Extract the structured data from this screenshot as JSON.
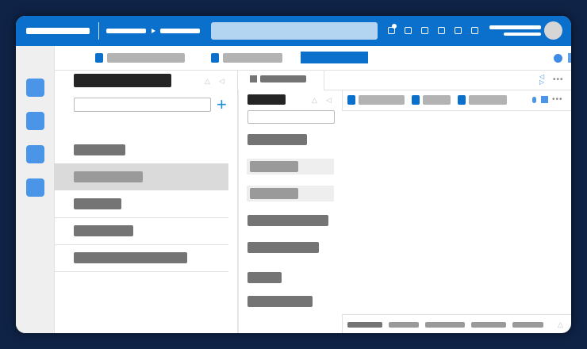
{
  "colors": {
    "accent": "#0b6fcc",
    "search_bg": "#b3d5f2",
    "rail_button": "#4a95e8",
    "selected_row": "#dadada"
  },
  "titlebar": {
    "app_title": "",
    "breadcrumb": [
      "",
      ""
    ],
    "breadcrumb_separator_icon": "play-right-icon",
    "search_placeholder": "",
    "toolbar_icons": [
      "notification-icon",
      "toolbar-icon-2",
      "toolbar-icon-3",
      "toolbar-icon-4",
      "toolbar-icon-5",
      "toolbar-icon-6"
    ],
    "user_name_lines": [
      "",
      ""
    ],
    "avatar": "user-avatar"
  },
  "rail": {
    "items": [
      "rail-app-1",
      "rail-app-2",
      "rail-app-3",
      "rail-app-4"
    ]
  },
  "tabs": {
    "items": [
      {
        "label": "",
        "active": false
      },
      {
        "label": "",
        "active": false
      },
      {
        "label": "",
        "active": true
      }
    ],
    "right_icons": [
      "circle-icon",
      "square-icon"
    ]
  },
  "left_panel": {
    "title": "",
    "search_value": "",
    "add_icon": "plus-icon",
    "items": [
      {
        "label": "",
        "selected": false
      },
      {
        "label": "",
        "selected": true
      },
      {
        "label": "",
        "selected": false
      },
      {
        "label": "",
        "selected": false
      },
      {
        "label": "",
        "selected": false
      }
    ]
  },
  "document_tab": {
    "label": "",
    "actions": [
      "expand-icon",
      "more-icon"
    ]
  },
  "middle_panel": {
    "title": "",
    "search_value": "",
    "items": [
      {
        "label": "",
        "highlighted": false
      },
      {
        "label": "",
        "highlighted": true
      },
      {
        "label": "",
        "highlighted": true
      },
      {
        "label": "",
        "highlighted": false
      },
      {
        "label": "",
        "highlighted": false
      },
      {
        "label": "",
        "highlighted": false
      },
      {
        "label": "",
        "highlighted": false
      }
    ]
  },
  "content_toolbar": {
    "buttons": [
      "",
      "",
      ""
    ],
    "right_icons": [
      "toggle-icon",
      "square-icon",
      "more-icon"
    ]
  },
  "status_bar": {
    "items": [
      "",
      "",
      "",
      "",
      ""
    ],
    "collapse_icon": "triangle-up-icon"
  }
}
